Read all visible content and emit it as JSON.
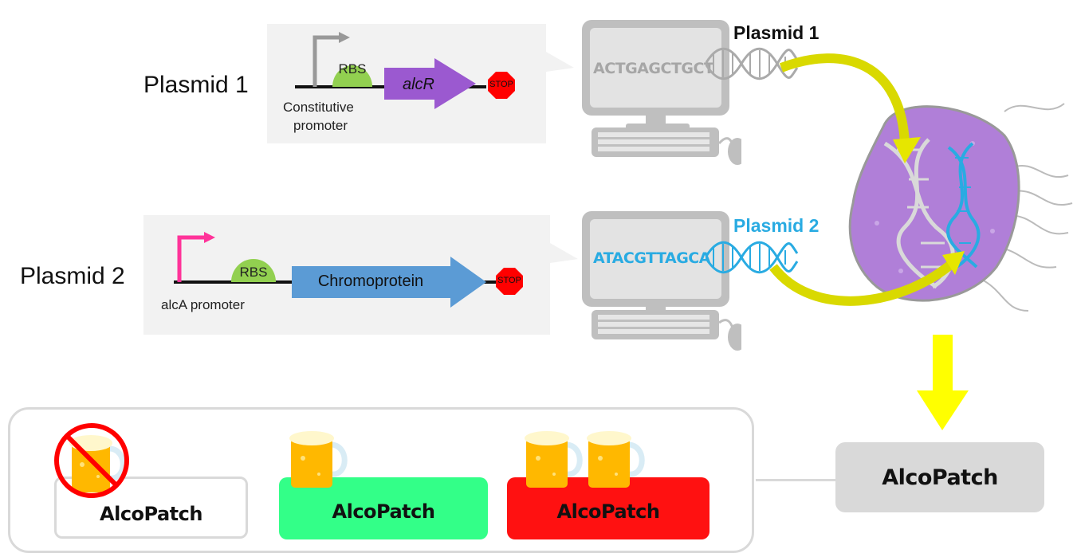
{
  "plasmid1": {
    "label": "Plasmid 1",
    "promoter_caption_line1": "Constitutive",
    "promoter_caption_line2": "promoter",
    "rbs": "RBS",
    "gene": "alcR",
    "stop": "STOP",
    "sequence": "ACTGAGCTGCT",
    "computer_label": "Plasmid 1"
  },
  "plasmid2": {
    "label": "Plasmid 2",
    "promoter_caption": "alcA promoter",
    "rbs": "RBS",
    "gene": "Chromoprotein",
    "stop": "STOP",
    "sequence": "ATACGTTAGCA",
    "computer_label": "Plasmid 2"
  },
  "product": {
    "label": "AlcoPatch"
  },
  "states": [
    {
      "label": "AlcoPatch",
      "mugs": 1,
      "prohibited": true,
      "color": "#ffffff"
    },
    {
      "label": "AlcoPatch",
      "mugs": 1,
      "prohibited": false,
      "color": "#33ff88"
    },
    {
      "label": "AlcoPatch",
      "mugs": 2,
      "prohibited": false,
      "color": "#ff1111"
    }
  ],
  "colors": {
    "alcR": "#9b59d0",
    "chromoprotein": "#5b9bd5",
    "rbs": "#92d050",
    "stop": "#ff0000",
    "plasmid2_accent": "#29abe2",
    "alca_promoter": "#ff3399",
    "arrow_yellow": "#ffff00",
    "cell": "#b07fd8"
  }
}
